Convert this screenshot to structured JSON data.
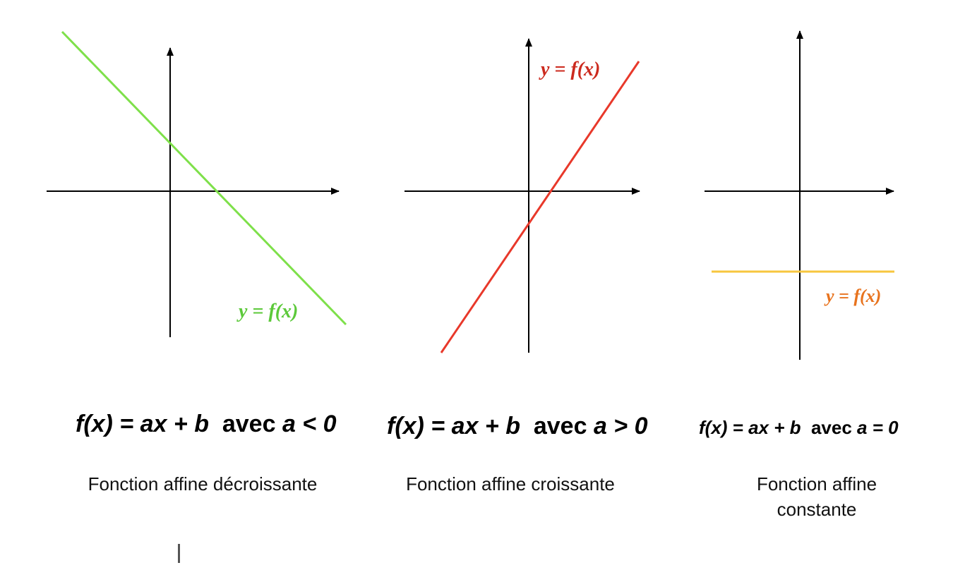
{
  "panels": [
    {
      "id": "decreasing",
      "line_color": "#7ee04a",
      "label_color": "#5cc93a",
      "curve_label": "y = f(x)",
      "formula": {
        "lhs": "f(x) = ax + b",
        "word": "avec",
        "condition_var": "a",
        "condition_op": "<",
        "condition_value": "0"
      },
      "caption_lines": [
        "Fonction affine décroissante"
      ]
    },
    {
      "id": "increasing",
      "line_color": "#e8382a",
      "label_color": "#cc2a1e",
      "curve_label": "y = f(x)",
      "formula": {
        "lhs": "f(x) = ax + b",
        "word": "avec",
        "condition_var": "a",
        "condition_op": ">",
        "condition_value": "0"
      },
      "caption_lines": [
        "Fonction affine croissante"
      ]
    },
    {
      "id": "constant",
      "line_color": "#f7c63e",
      "label_color": "#e8731e",
      "curve_label": "y = f(x)",
      "formula": {
        "lhs": "f(x) = ax + b",
        "word": "avec",
        "condition_var": "a",
        "condition_op": "=",
        "condition_value": "0"
      },
      "caption_lines": [
        "Fonction affine",
        "constante"
      ]
    }
  ]
}
